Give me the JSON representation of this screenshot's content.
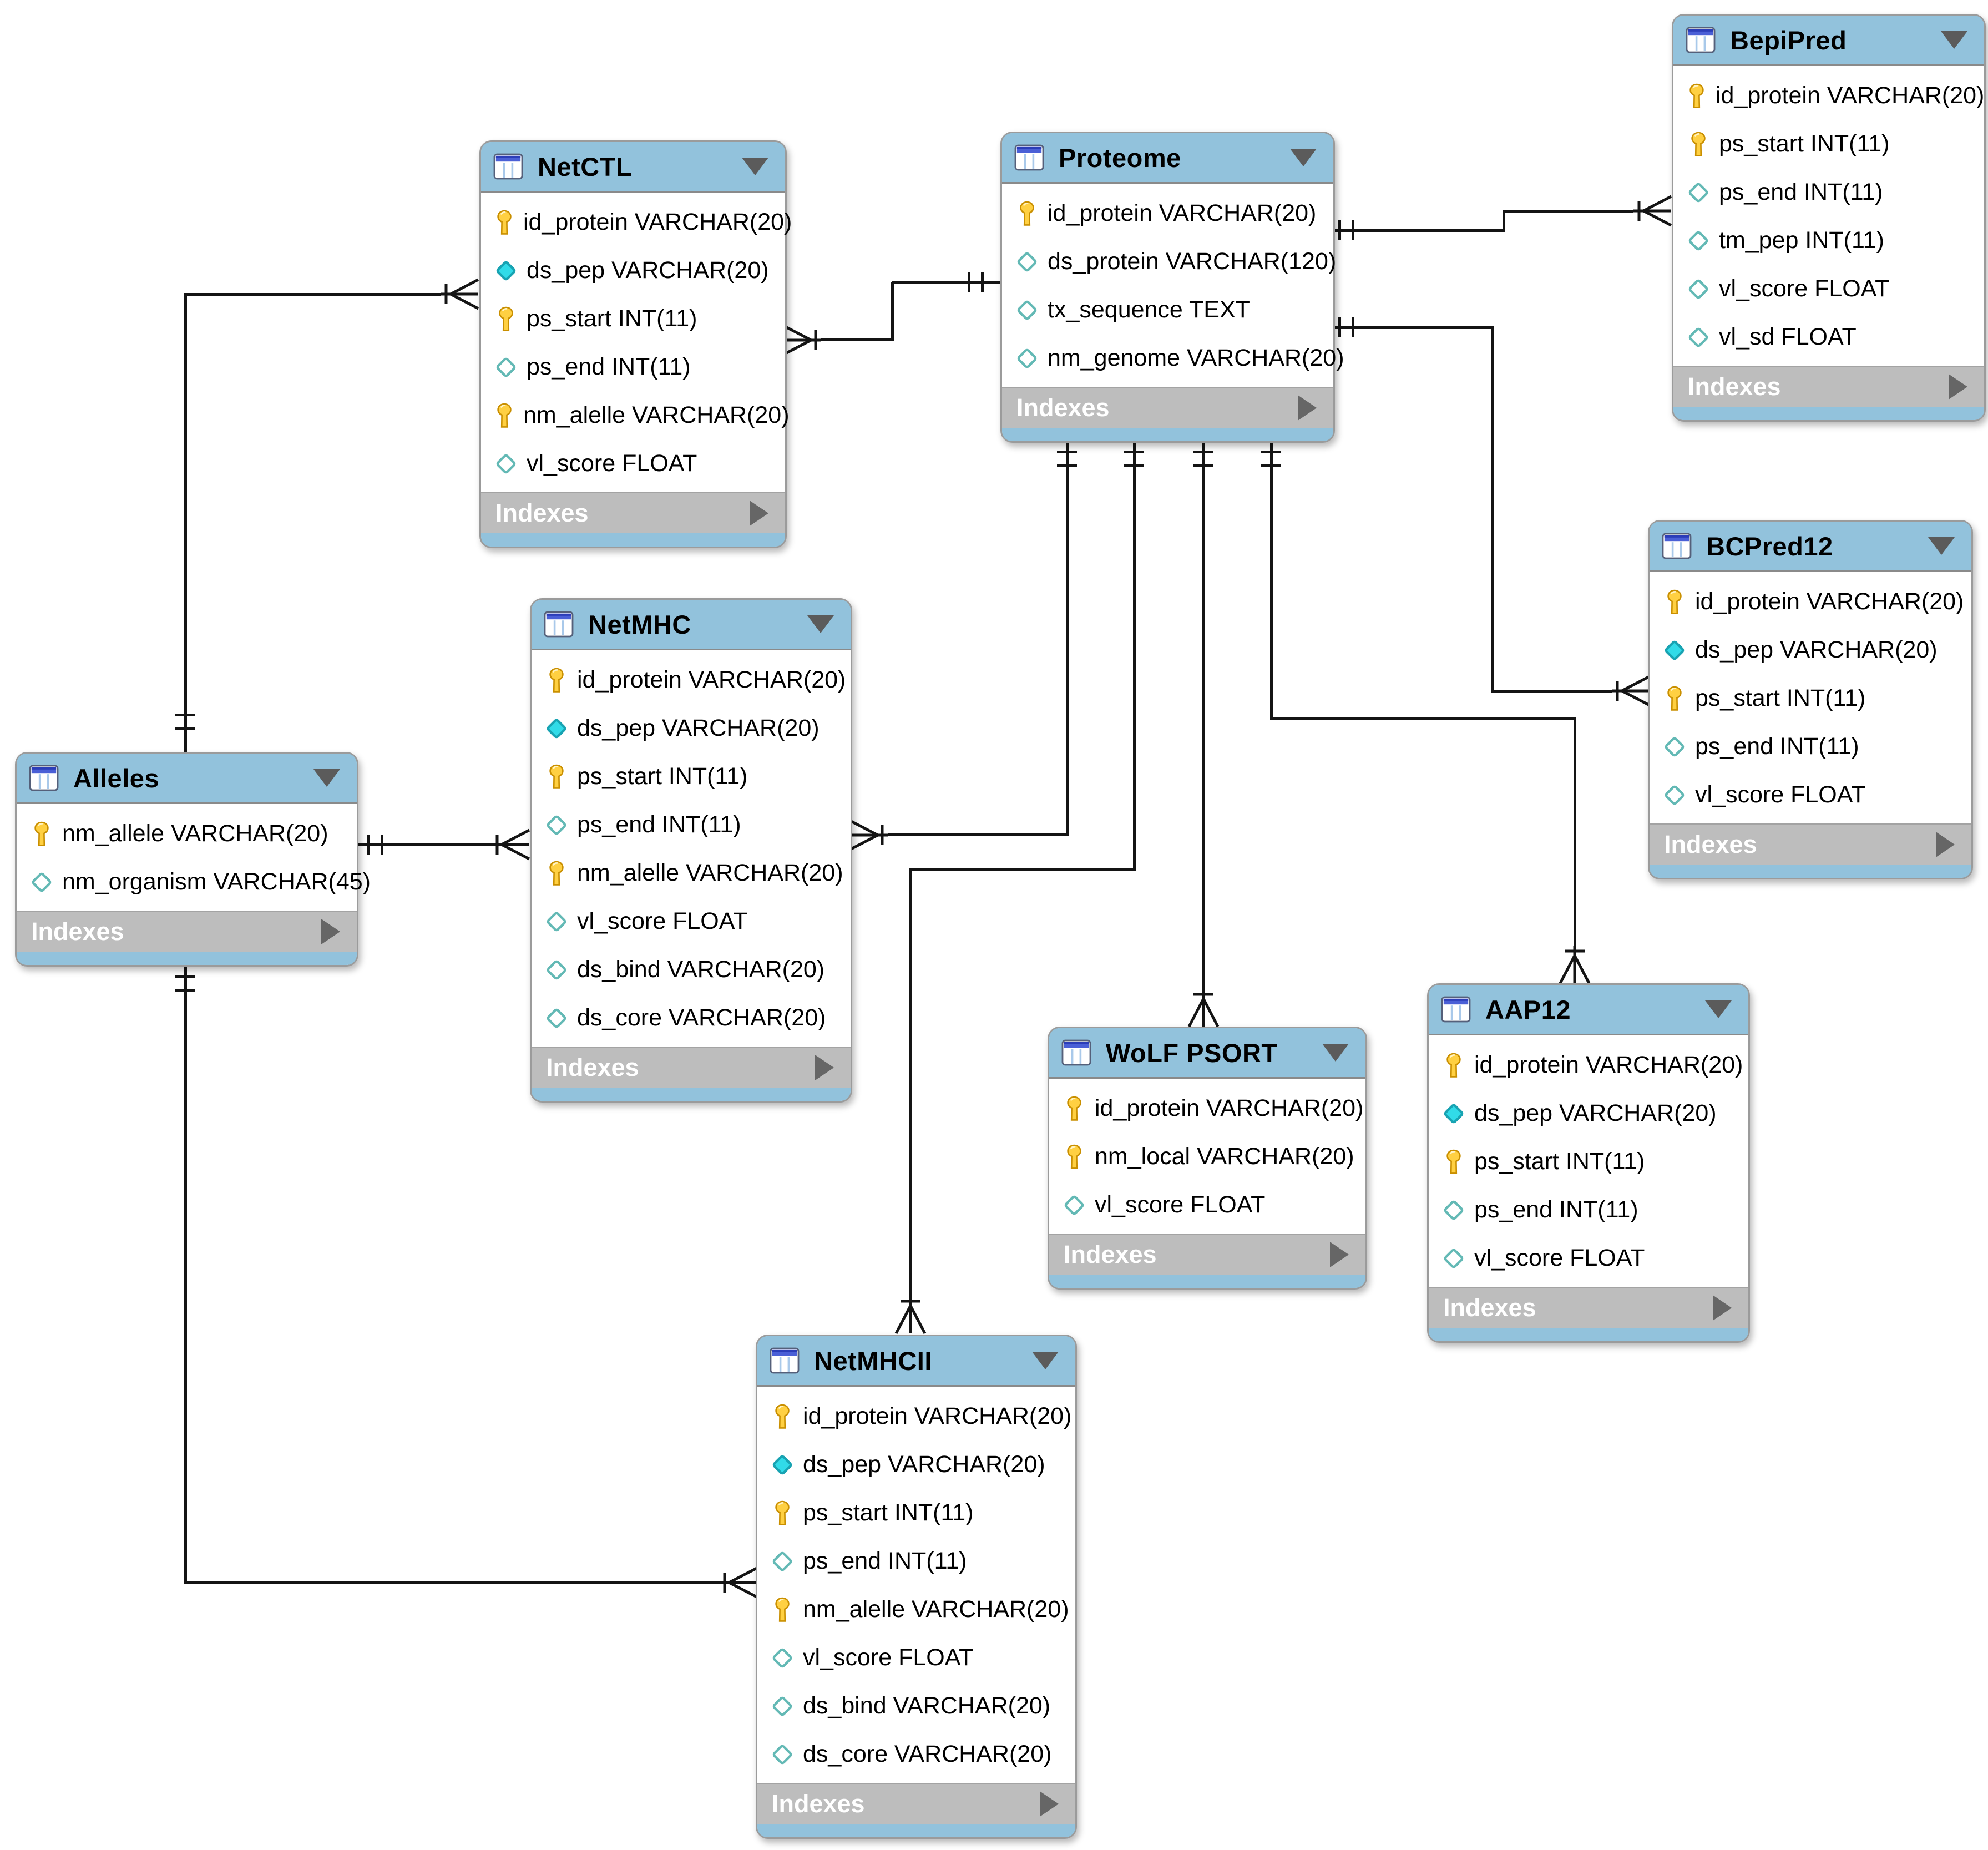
{
  "ui": {
    "indexes_label": "Indexes"
  },
  "colors": {
    "table_header_blue": "#92C2DC",
    "indexes_bar_gray": "#BDBDBD",
    "table_border_gray": "#9B9B9B",
    "connector_black": "#141414",
    "primary_key_yellow": "#FFD042",
    "attribute_diamond_teal": "#63B9B5",
    "attribute_diamond_cyan_fill": "#31DBE8"
  },
  "tables": {
    "netctl": {
      "title": "NetCTL",
      "fields": [
        {
          "icon": "key",
          "label": "id_protein VARCHAR(20)"
        },
        {
          "icon": "diamond-filled",
          "label": "ds_pep VARCHAR(20)"
        },
        {
          "icon": "key",
          "label": "ps_start INT(11)"
        },
        {
          "icon": "diamond",
          "label": "ps_end INT(11)"
        },
        {
          "icon": "key",
          "label": "nm_alelle VARCHAR(20)"
        },
        {
          "icon": "diamond",
          "label": "vl_score FLOAT"
        }
      ]
    },
    "proteome": {
      "title": "Proteome",
      "fields": [
        {
          "icon": "key",
          "label": "id_protein VARCHAR(20)"
        },
        {
          "icon": "diamond",
          "label": "ds_protein VARCHAR(120)"
        },
        {
          "icon": "diamond",
          "label": "tx_sequence TEXT"
        },
        {
          "icon": "diamond",
          "label": "nm_genome VARCHAR(20)"
        }
      ]
    },
    "bepipred": {
      "title": "BepiPred",
      "fields": [
        {
          "icon": "key",
          "label": "id_protein VARCHAR(20)"
        },
        {
          "icon": "key",
          "label": "ps_start INT(11)"
        },
        {
          "icon": "diamond",
          "label": "ps_end INT(11)"
        },
        {
          "icon": "diamond",
          "label": "tm_pep INT(11)"
        },
        {
          "icon": "diamond",
          "label": "vl_score FLOAT"
        },
        {
          "icon": "diamond",
          "label": "vl_sd FLOAT"
        }
      ]
    },
    "bcpred12": {
      "title": "BCPred12",
      "fields": [
        {
          "icon": "key",
          "label": "id_protein VARCHAR(20)"
        },
        {
          "icon": "diamond-filled",
          "label": "ds_pep VARCHAR(20)"
        },
        {
          "icon": "key",
          "label": "ps_start INT(11)"
        },
        {
          "icon": "diamond",
          "label": "ps_end INT(11)"
        },
        {
          "icon": "diamond",
          "label": "vl_score FLOAT"
        }
      ]
    },
    "alleles": {
      "title": "Alleles",
      "fields": [
        {
          "icon": "key",
          "label": "nm_allele VARCHAR(20)"
        },
        {
          "icon": "diamond",
          "label": "nm_organism VARCHAR(45)"
        }
      ]
    },
    "netmhc": {
      "title": "NetMHC",
      "fields": [
        {
          "icon": "key",
          "label": "id_protein VARCHAR(20)"
        },
        {
          "icon": "diamond-filled",
          "label": "ds_pep VARCHAR(20)"
        },
        {
          "icon": "key",
          "label": "ps_start INT(11)"
        },
        {
          "icon": "diamond",
          "label": "ps_end INT(11)"
        },
        {
          "icon": "key",
          "label": "nm_alelle VARCHAR(20)"
        },
        {
          "icon": "diamond",
          "label": "vl_score FLOAT"
        },
        {
          "icon": "diamond",
          "label": "ds_bind VARCHAR(20)"
        },
        {
          "icon": "diamond",
          "label": "ds_core VARCHAR(20)"
        }
      ]
    },
    "wolfpsort": {
      "title": "WoLF PSORT",
      "fields": [
        {
          "icon": "key",
          "label": "id_protein VARCHAR(20)"
        },
        {
          "icon": "key",
          "label": "nm_local VARCHAR(20)"
        },
        {
          "icon": "diamond",
          "label": "vl_score FLOAT"
        }
      ]
    },
    "aap12": {
      "title": "AAP12",
      "fields": [
        {
          "icon": "key",
          "label": "id_protein VARCHAR(20)"
        },
        {
          "icon": "diamond-filled",
          "label": "ds_pep VARCHAR(20)"
        },
        {
          "icon": "key",
          "label": "ps_start INT(11)"
        },
        {
          "icon": "diamond",
          "label": "ps_end INT(11)"
        },
        {
          "icon": "diamond",
          "label": "vl_score FLOAT"
        }
      ]
    },
    "netmhcii": {
      "title": "NetMHCII",
      "fields": [
        {
          "icon": "key",
          "label": "id_protein VARCHAR(20)"
        },
        {
          "icon": "diamond-filled",
          "label": "ds_pep VARCHAR(20)"
        },
        {
          "icon": "key",
          "label": "ps_start INT(11)"
        },
        {
          "icon": "diamond",
          "label": "ps_end INT(11)"
        },
        {
          "icon": "key",
          "label": "nm_alelle VARCHAR(20)"
        },
        {
          "icon": "diamond",
          "label": "vl_score FLOAT"
        },
        {
          "icon": "diamond",
          "label": "ds_bind VARCHAR(20)"
        },
        {
          "icon": "diamond",
          "label": "ds_core VARCHAR(20)"
        }
      ]
    }
  },
  "relationships": [
    {
      "one": "Proteome",
      "many": "NetCTL",
      "one_marker": "exactly-one",
      "many_marker": "one-or-many"
    },
    {
      "one": "Alleles",
      "many": "NetCTL",
      "one_marker": "exactly-one",
      "many_marker": "one-or-many"
    },
    {
      "one": "Proteome",
      "many": "BepiPred",
      "one_marker": "exactly-one",
      "many_marker": "one-or-many"
    },
    {
      "one": "Proteome",
      "many": "BCPred12",
      "one_marker": "exactly-one",
      "many_marker": "one-or-many"
    },
    {
      "one": "Proteome",
      "many": "NetMHC",
      "one_marker": "exactly-one",
      "many_marker": "one-or-many"
    },
    {
      "one": "Proteome",
      "many": "NetMHCII",
      "one_marker": "exactly-one",
      "many_marker": "one-or-many"
    },
    {
      "one": "Proteome",
      "many": "WoLF PSORT",
      "one_marker": "exactly-one",
      "many_marker": "one-or-many"
    },
    {
      "one": "Proteome",
      "many": "AAP12",
      "one_marker": "exactly-one",
      "many_marker": "one-or-many"
    },
    {
      "one": "Alleles",
      "many": "NetMHC",
      "one_marker": "exactly-one",
      "many_marker": "one-or-many"
    },
    {
      "one": "Alleles",
      "many": "NetMHCII",
      "one_marker": "exactly-one",
      "many_marker": "one-or-many"
    }
  ]
}
